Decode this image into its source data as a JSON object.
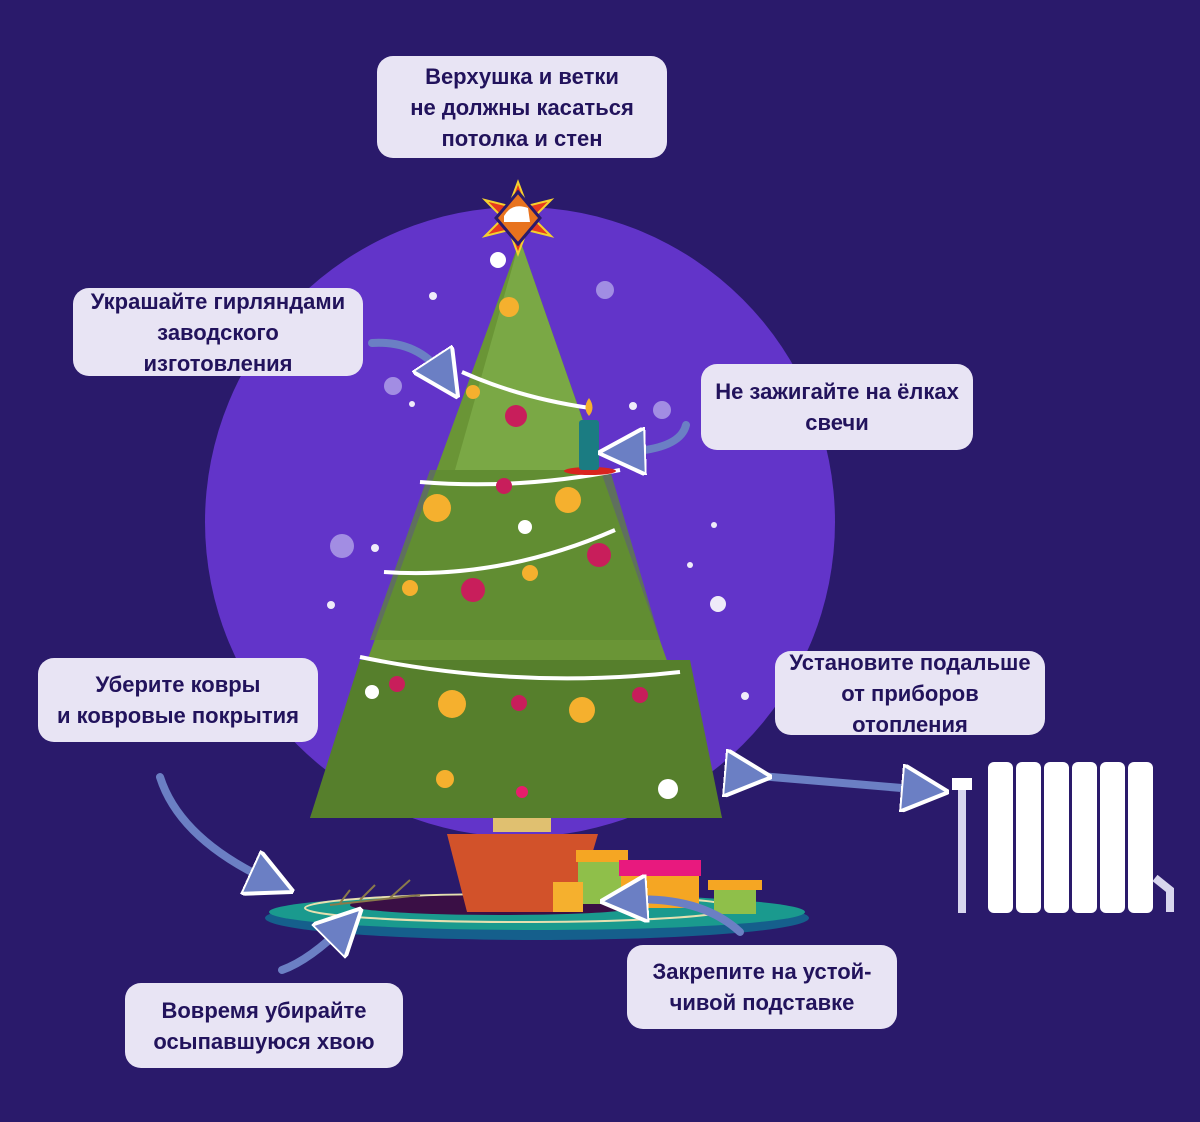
{
  "colors": {
    "background": "#2a1a6b",
    "moon_circle": "#6234c9",
    "callout_bg": "#e8e4f4",
    "callout_text": "#22135c",
    "tree_light": "#6f9a3a",
    "tree_dark": "#567f2c",
    "arrow": "#6b7fc4",
    "pot": "#d2522a",
    "rug_teal": "#1a8f96"
  },
  "callouts": [
    {
      "id": "top",
      "text": "Верхушка и ветки\nне должны касаться\nпотолка и стен"
    },
    {
      "id": "garlands",
      "text": "Украшайте гирляндами\nзаводского изготовления"
    },
    {
      "id": "candles",
      "text": "Не зажигайте на ёлках\nсвечи"
    },
    {
      "id": "carpets",
      "text": "Уберите ковры\nи ковровые покрытия"
    },
    {
      "id": "heating",
      "text": "Установите подальше\nот приборов отопления"
    },
    {
      "id": "needles",
      "text": "Вовремя убирайте\nосыпавшуюся хвою"
    },
    {
      "id": "stand",
      "text": "Закрепите на устой-\nчивой подставке"
    }
  ],
  "illustration": {
    "tree_topper": "fire-safety-emblem-star",
    "items": [
      "christmas-tree",
      "candle",
      "garland",
      "pot",
      "gifts",
      "rug",
      "fallen-needles",
      "radiator"
    ]
  }
}
